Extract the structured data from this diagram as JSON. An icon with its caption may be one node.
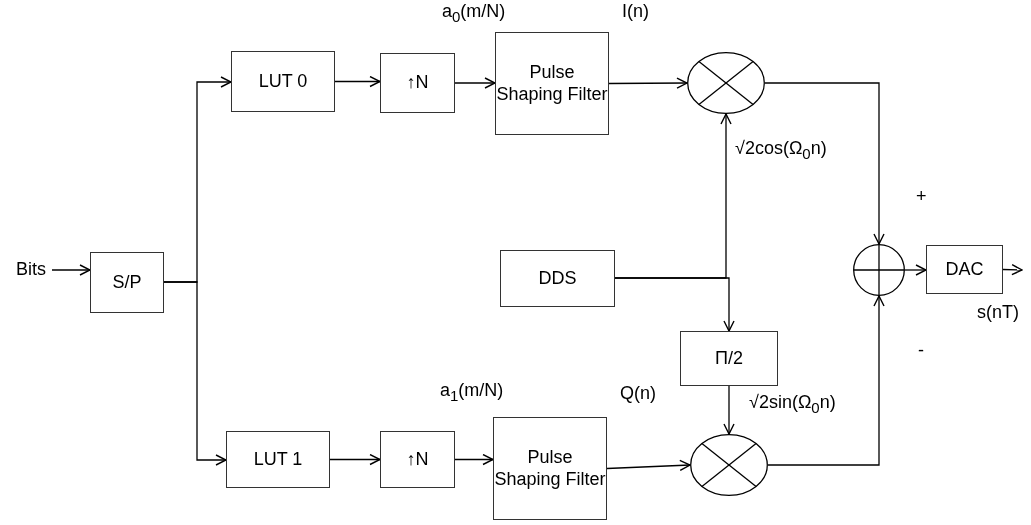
{
  "diagram": {
    "nodes": [
      {
        "text": [
          "Bits"
        ]
      },
      {
        "text": [
          "S/P"
        ]
      },
      {
        "text": [
          "LUT 0"
        ]
      },
      {
        "text": [
          "↑N"
        ]
      },
      {
        "text": [
          "Pulse Shaping Filter"
        ]
      },
      {
        "text": [],
        "shape": "circle"
      },
      {
        "text": [
          "DDS"
        ]
      },
      {
        "text": [
          "Π/2"
        ]
      },
      {
        "text": [
          "LUT 1"
        ]
      },
      {
        "text": [
          "↑N"
        ]
      },
      {
        "text": [
          "Pulse Shaping Filter"
        ]
      },
      {
        "text": [],
        "shape": "circle"
      },
      {
        "text": [],
        "shape": "circle"
      },
      {
        "text": [
          "DAC"
        ]
      }
    ],
    "edges": [
      {
        "from": 0,
        "to": 1,
        "arrow": "to"
      },
      {
        "from": 1,
        "to": 2,
        "arrow": "to"
      },
      {
        "from": 1,
        "to": 8,
        "arrow": "to"
      },
      {
        "from": 2,
        "to": 3,
        "arrow": "to"
      },
      {
        "from": 3,
        "to": 4,
        "arrow": "to"
      },
      {
        "from": 4,
        "to": 5,
        "arrow": "to"
      },
      {
        "from": 8,
        "to": 9,
        "arrow": "to"
      },
      {
        "from": 9,
        "to": 10,
        "arrow": "to"
      },
      {
        "from": 10,
        "to": 11,
        "arrow": "to"
      },
      {
        "from": 6,
        "to": 5,
        "arrow": "to"
      },
      {
        "from": 6,
        "to": 7,
        "arrow": "to"
      },
      {
        "from": 7,
        "to": 11,
        "arrow": "to"
      },
      {
        "from": 5,
        "to": 12,
        "arrow": "to"
      },
      {
        "from": 11,
        "to": 12,
        "arrow": "to"
      },
      {
        "from": 12,
        "to": 13,
        "arrow": "to"
      },
      {
        "from": 13,
        "to": null,
        "arrow": "to"
      }
    ],
    "labels": [
      "a$_{0}$(m/N)",
      "I(n)",
      "√2cos(Ω$_{0}$n)",
      "+",
      "s(nT)",
      "-",
      "a$_{1}$(m/N)",
      "Q(n)",
      "√2sin(Ω$_{0}$n)"
    ]
  }
}
